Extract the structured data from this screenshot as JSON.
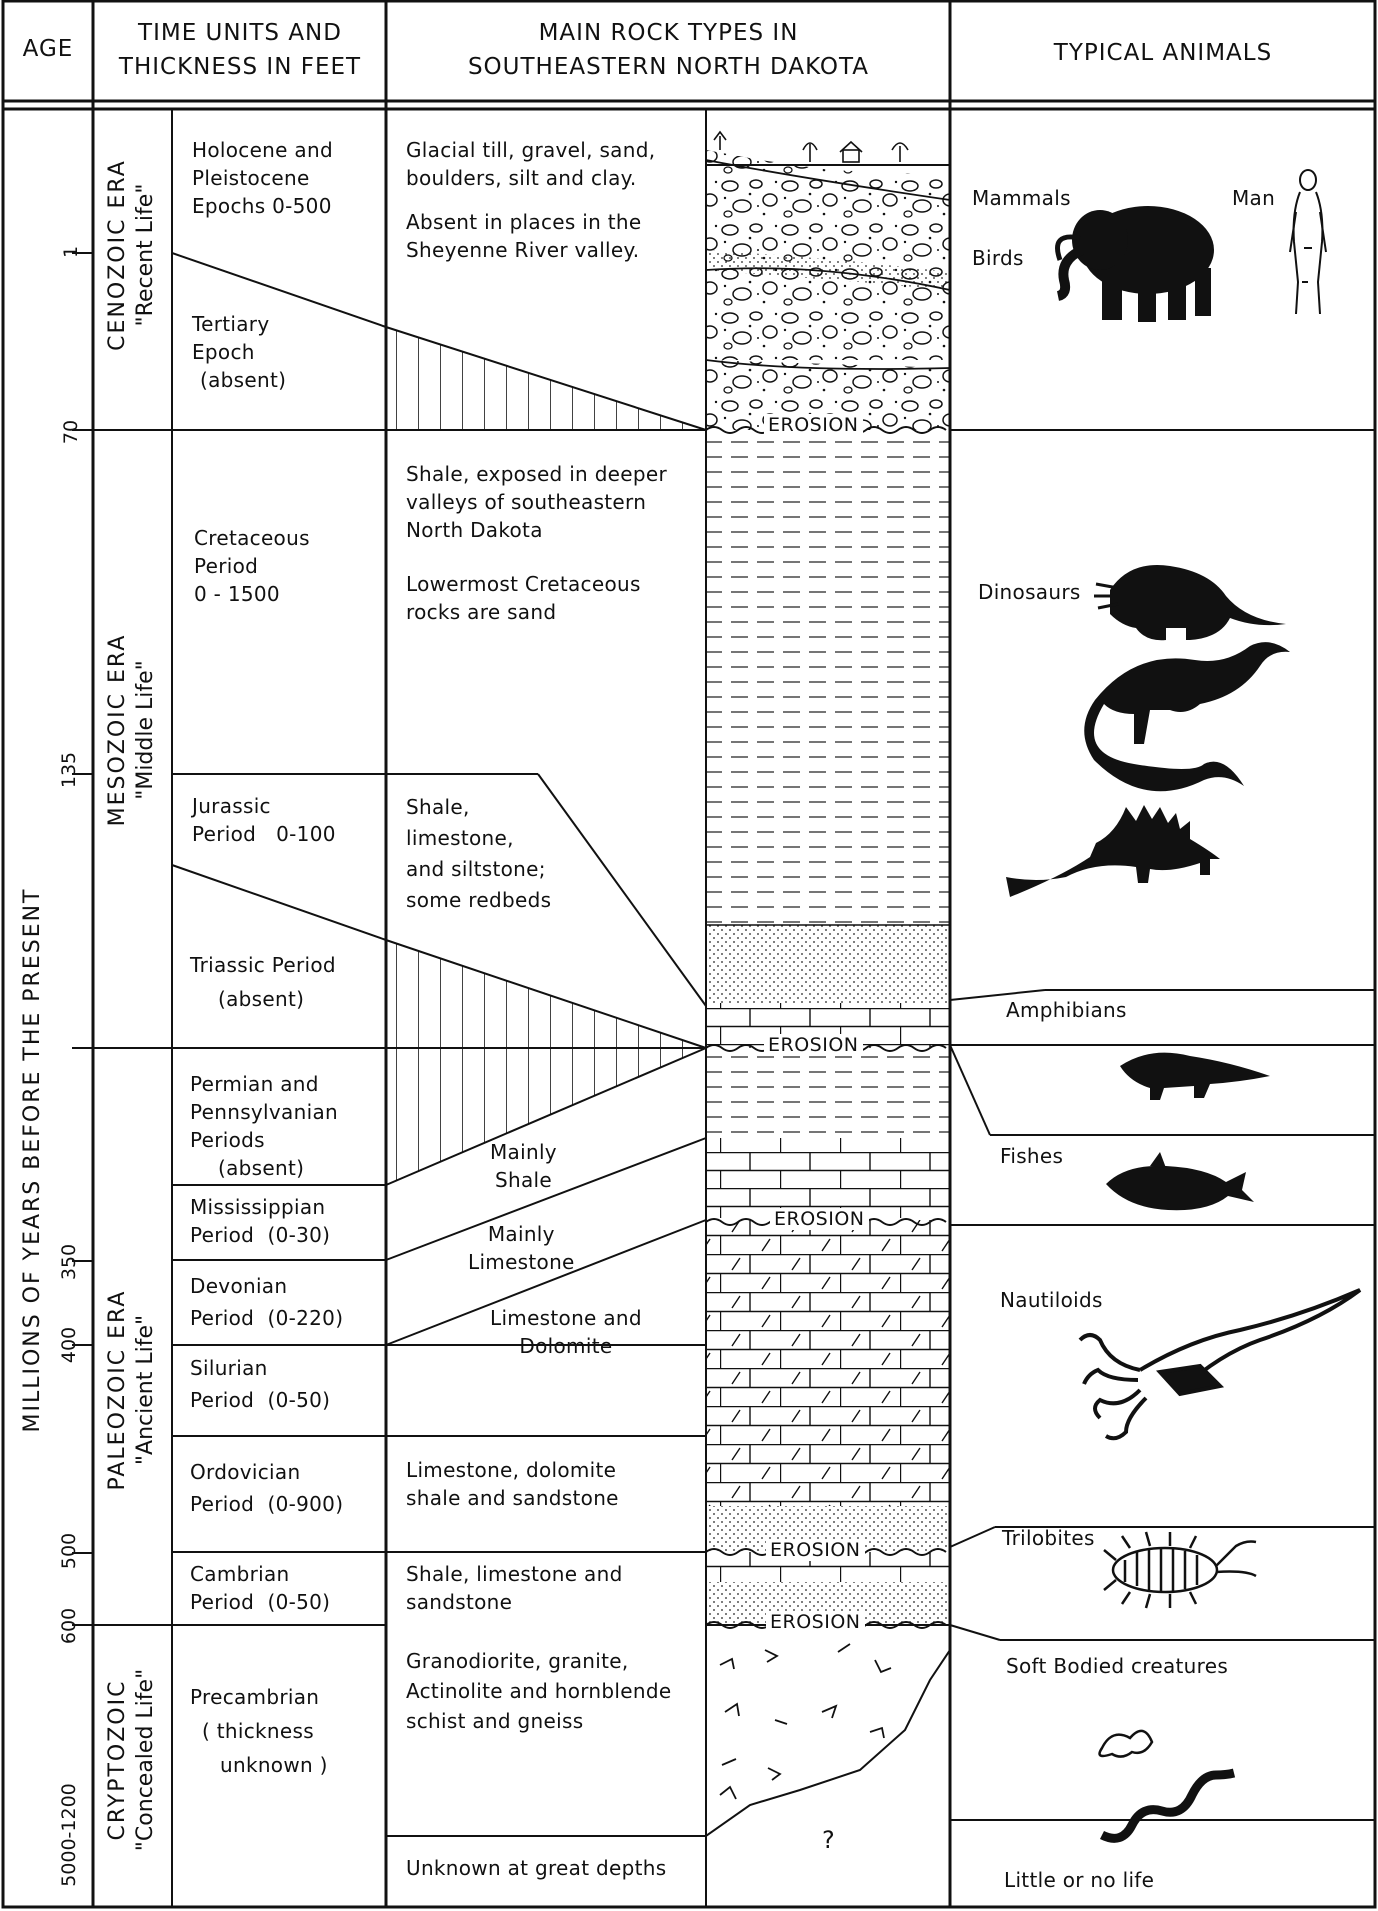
{
  "header": {
    "age": "AGE",
    "time_units": [
      "TIME UNITS AND",
      "THICKNESS IN FEET"
    ],
    "rock_types": [
      "MAIN ROCK TYPES IN",
      "SOUTHEASTERN NORTH DAKOTA"
    ],
    "animals": "TYPICAL ANIMALS"
  },
  "age_axis": {
    "title": "MILLIONS OF YEARS BEFORE THE PRESENT",
    "ticks": [
      "1",
      "70",
      "135",
      "350",
      "400",
      "500",
      "600",
      "5000-1200"
    ]
  },
  "eras": [
    {
      "name": "CENOZOIC ERA",
      "meaning": "\"Recent Life\""
    },
    {
      "name": "MESOZOIC ERA",
      "meaning": "\"Middle Life\""
    },
    {
      "name": "PALEOZOIC ERA",
      "meaning": "\"Ancient Life\""
    },
    {
      "name": "CRYPTOZOIC",
      "meaning": "\"Concealed Life\""
    }
  ],
  "periods": [
    {
      "lines": [
        "Holocene and",
        "Pleistocene",
        "Epochs 0-500"
      ]
    },
    {
      "lines": [
        "Tertiary",
        "Epoch",
        "(absent)"
      ]
    },
    {
      "lines": [
        "Cretaceous",
        "Period",
        "0 - 1500"
      ]
    },
    {
      "lines": [
        "Jurassic",
        "Period   0-100"
      ]
    },
    {
      "lines": [
        "Triassic Period",
        "(absent)"
      ]
    },
    {
      "lines": [
        "Permian and",
        "Pennsylvanian",
        "Periods",
        "(absent)"
      ]
    },
    {
      "lines": [
        "Mississippian",
        "Period  (0-30)"
      ]
    },
    {
      "lines": [
        "Devonian",
        "Period  (0-220)"
      ]
    },
    {
      "lines": [
        "Silurian",
        "Period  (0-50)"
      ]
    },
    {
      "lines": [
        "Ordovician",
        "Period  (0-900)"
      ]
    },
    {
      "lines": [
        "Cambrian",
        "Period  (0-50)"
      ]
    },
    {
      "lines": [
        "Precambrian",
        "( thickness",
        "unknown )"
      ]
    }
  ],
  "rocks": [
    {
      "lines": [
        "Glacial till, gravel, sand,",
        "boulders, silt and clay."
      ]
    },
    {
      "lines": [
        "Absent in places in the",
        "Sheyenne River valley."
      ]
    },
    {
      "lines": [
        "Shale, exposed in deeper",
        "valleys of southeastern",
        "North Dakota"
      ]
    },
    {
      "lines": [
        "Lowermost Cretaceous",
        "rocks are sand"
      ]
    },
    {
      "lines": [
        "Shale,",
        "limestone,",
        "and siltstone;",
        "some redbeds"
      ]
    },
    {
      "lines": [
        "Mainly",
        "Shale"
      ]
    },
    {
      "lines": [
        "Mainly",
        "Limestone"
      ]
    },
    {
      "lines": [
        "Limestone and",
        "Dolomite"
      ]
    },
    {
      "lines": [
        "Limestone, dolomite",
        "shale and sandstone"
      ]
    },
    {
      "lines": [
        "Shale, limestone and",
        "sandstone"
      ]
    },
    {
      "lines": [
        "Granodiorite, granite,",
        "Actinolite and hornblende",
        "schist and gneiss"
      ]
    },
    {
      "lines": [
        "Unknown at great depths"
      ]
    }
  ],
  "column_labels": {
    "erosion": "EROSION",
    "unknown": "?"
  },
  "animals": [
    {
      "label": "Mammals",
      "icon": "mammoth-icon"
    },
    {
      "label": "Man",
      "icon": "human-icon"
    },
    {
      "label": "Birds",
      "icon": "bird-icon"
    },
    {
      "label": "Dinosaurs",
      "icon": "dinosaur-icon"
    },
    {
      "label": "Amphibians",
      "icon": "amphibian-icon"
    },
    {
      "label": "Fishes",
      "icon": "fish-icon"
    },
    {
      "label": "Nautiloids",
      "icon": "nautiloid-icon"
    },
    {
      "label": "Trilobites",
      "icon": "trilobite-icon"
    },
    {
      "label": "Soft Bodied creatures",
      "icon": "worm-icon"
    },
    {
      "label": "Little or no life",
      "icon": ""
    }
  ]
}
